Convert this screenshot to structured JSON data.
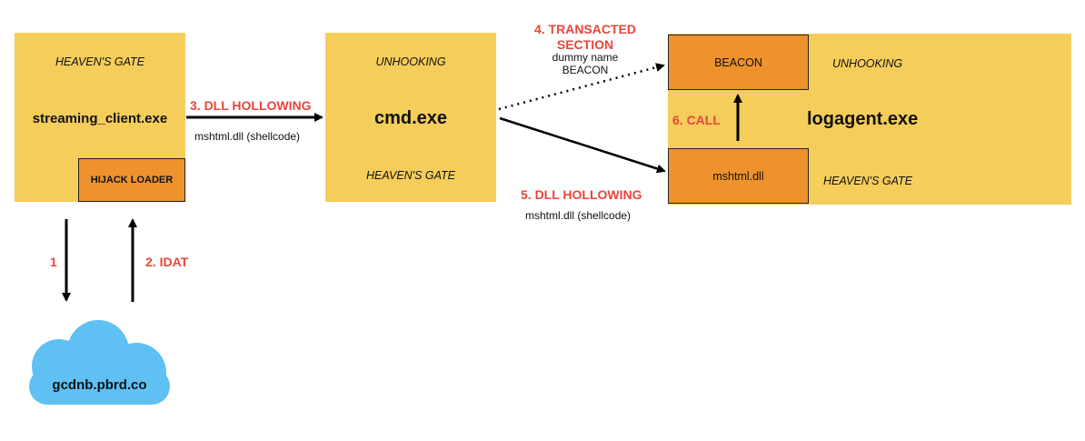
{
  "nodes": {
    "streaming_client": {
      "title": "streaming_client.exe",
      "subtitle": "HEAVEN'S GATE",
      "inner_box": "HIJACK LOADER"
    },
    "cmd": {
      "title": "cmd.exe",
      "top_label": "UNHOOKING",
      "bottom_label": "HEAVEN'S GATE"
    },
    "logagent": {
      "title": "logagent.exe",
      "top_label": "UNHOOKING",
      "bottom_label": "HEAVEN'S GATE",
      "beacon_box": "BEACON",
      "mshtml_box": "mshtml.dll"
    },
    "cloud": {
      "label": "gcdnb.pbrd.co"
    }
  },
  "edges": {
    "e1": {
      "label": "1"
    },
    "e2": {
      "label": "2. IDAT"
    },
    "e3": {
      "label": "3. DLL HOLLOWING",
      "sublabel": "mshtml.dll (shellcode)"
    },
    "e4": {
      "label_line1": "4. TRANSACTED",
      "label_line2": "SECTION",
      "sublabel_line1": "dummy name",
      "sublabel_line2": "BEACON"
    },
    "e5": {
      "label": "5. DLL HOLLOWING",
      "sublabel": "mshtml.dll (shellcode)"
    },
    "e6": {
      "label": "6. CALL"
    }
  },
  "colors": {
    "process_box": "#f5cd5a",
    "inner_box": "#ee922e",
    "label_red": "#e8453c",
    "cloud": "#5fc0f4"
  }
}
